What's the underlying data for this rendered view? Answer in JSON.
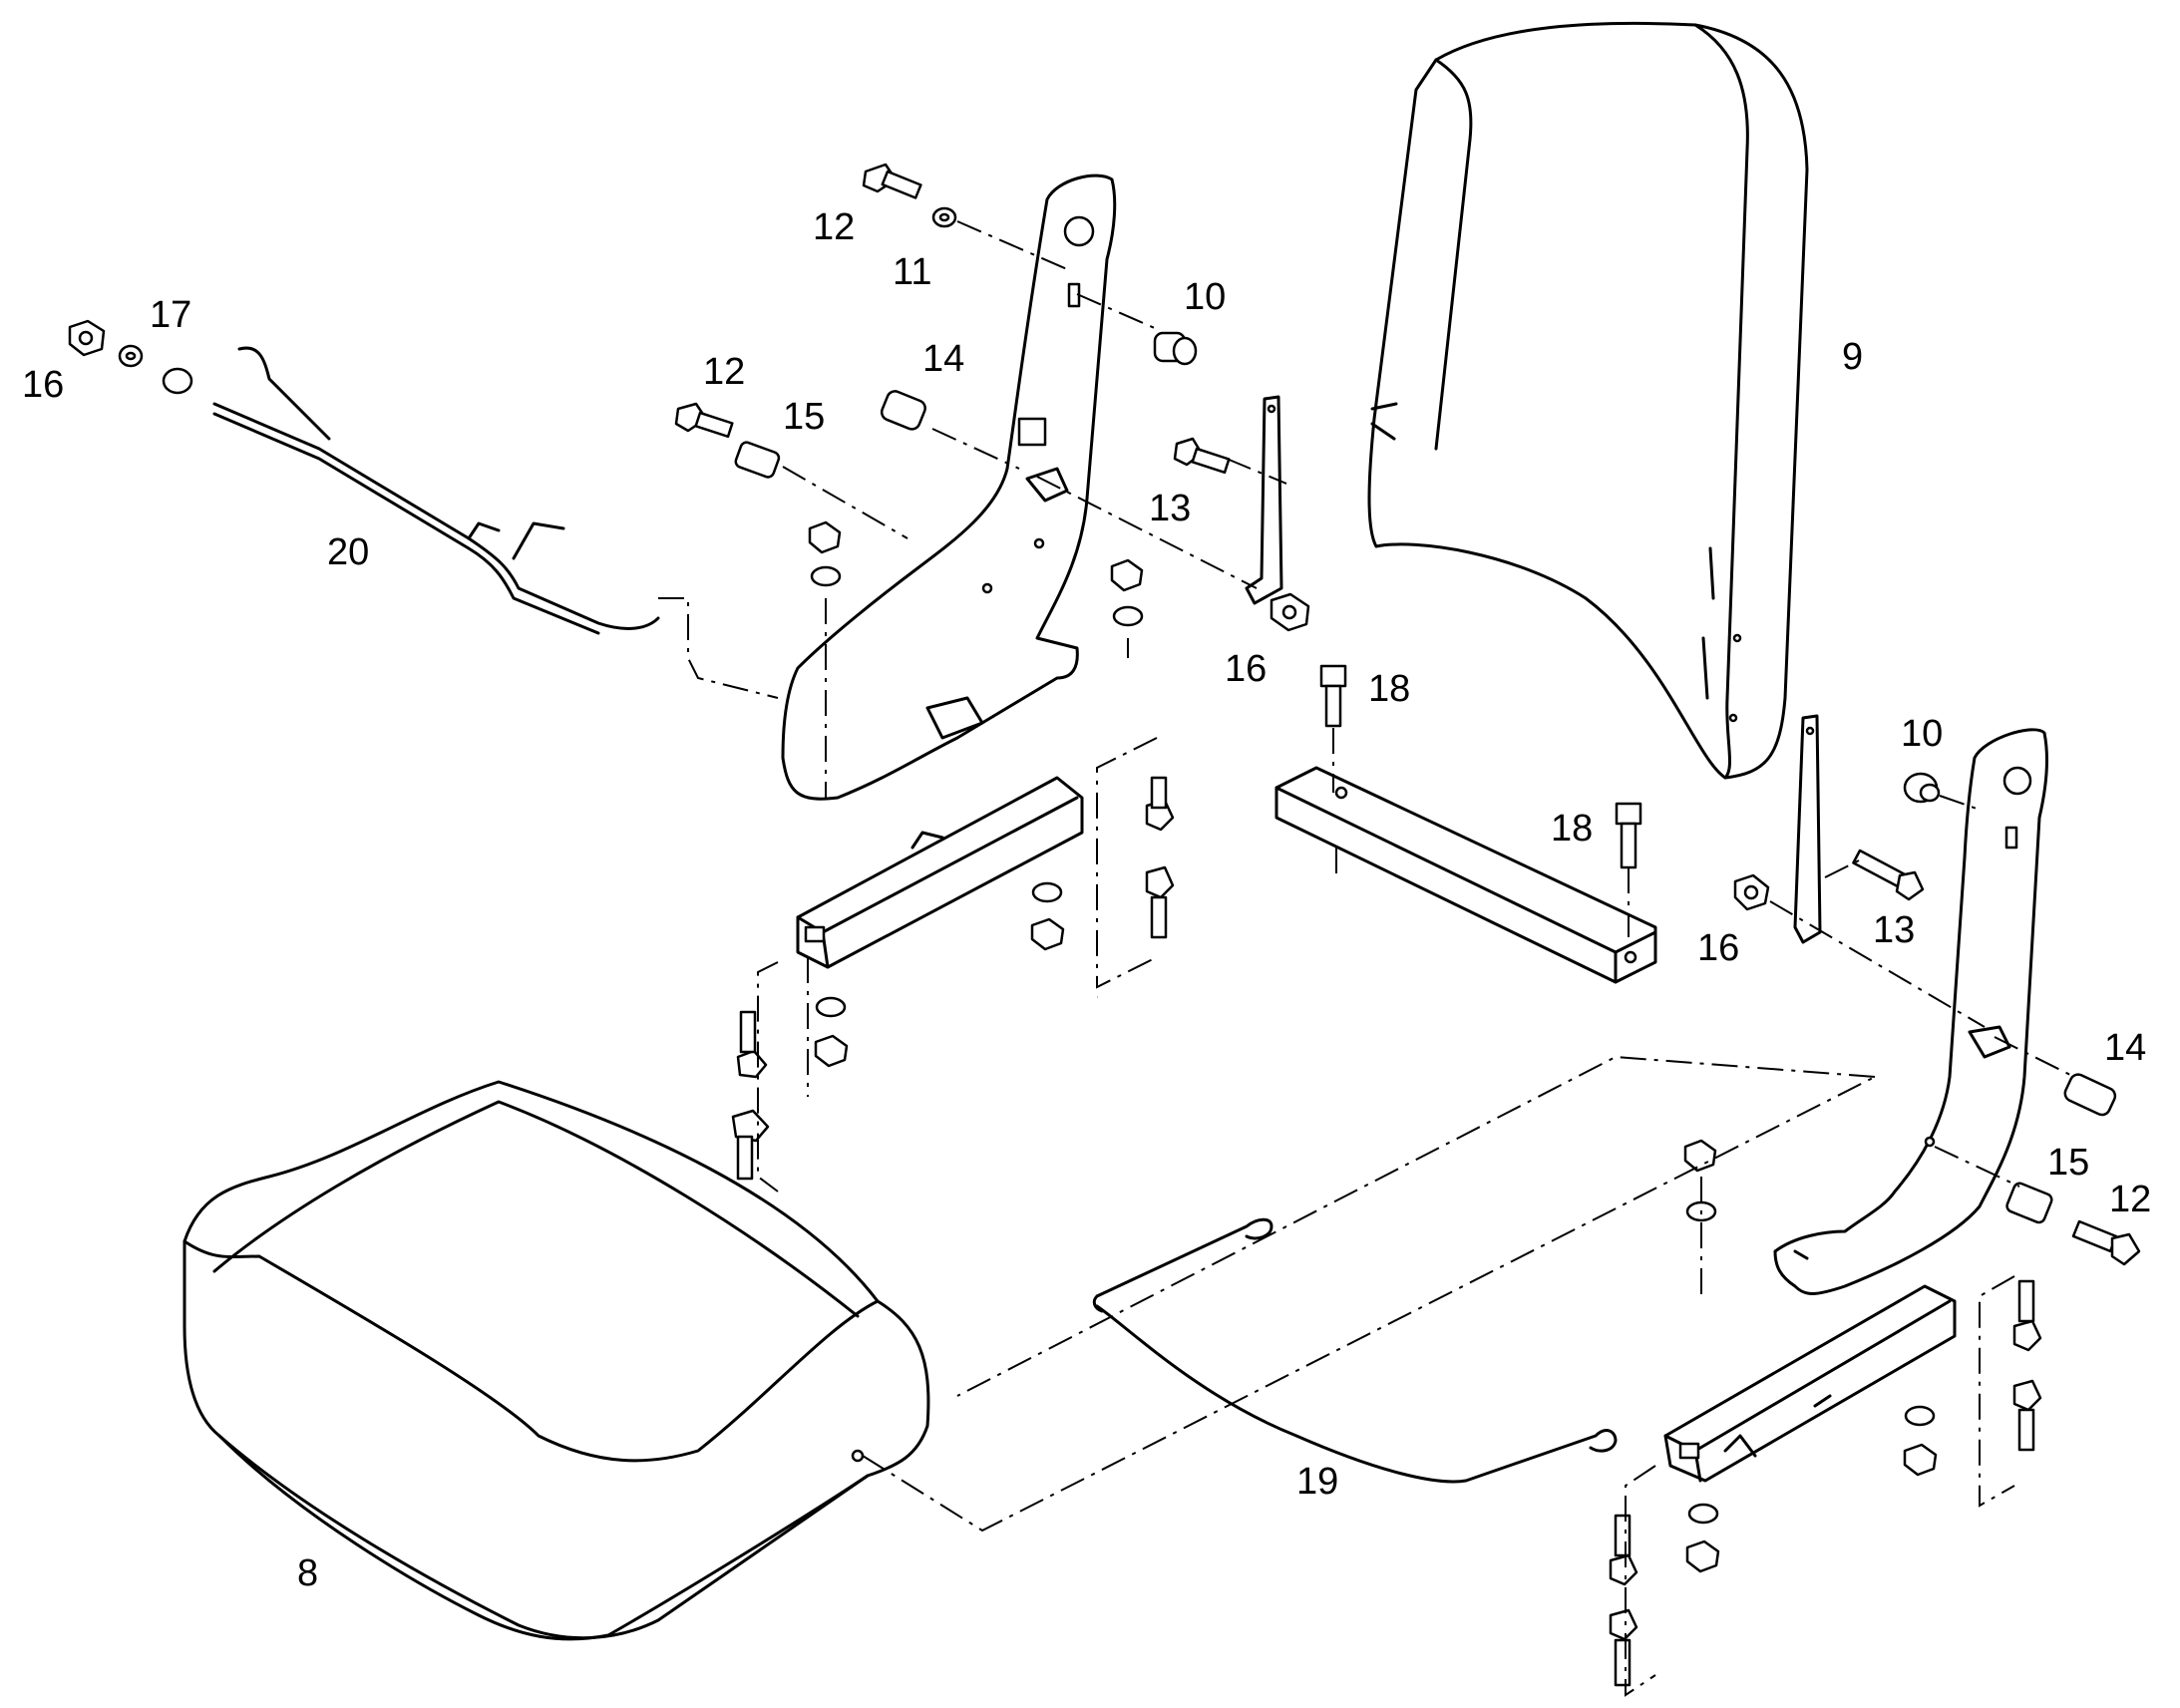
{
  "callouts": [
    {
      "id": "c8",
      "label": "8"
    },
    {
      "id": "c9",
      "label": "9"
    },
    {
      "id": "c10a",
      "label": "10"
    },
    {
      "id": "c10b",
      "label": "10"
    },
    {
      "id": "c11",
      "label": "11"
    },
    {
      "id": "c12a",
      "label": "12"
    },
    {
      "id": "c12b",
      "label": "12"
    },
    {
      "id": "c12c",
      "label": "12"
    },
    {
      "id": "c13a",
      "label": "13"
    },
    {
      "id": "c13b",
      "label": "13"
    },
    {
      "id": "c14a",
      "label": "14"
    },
    {
      "id": "c14b",
      "label": "14"
    },
    {
      "id": "c15a",
      "label": "15"
    },
    {
      "id": "c15b",
      "label": "15"
    },
    {
      "id": "c16a",
      "label": "16"
    },
    {
      "id": "c16b",
      "label": "16"
    },
    {
      "id": "c16c",
      "label": "16"
    },
    {
      "id": "c17",
      "label": "17"
    },
    {
      "id": "c18a",
      "label": "18"
    },
    {
      "id": "c18b",
      "label": "18"
    },
    {
      "id": "c19",
      "label": "19"
    },
    {
      "id": "c20",
      "label": "20"
    }
  ]
}
